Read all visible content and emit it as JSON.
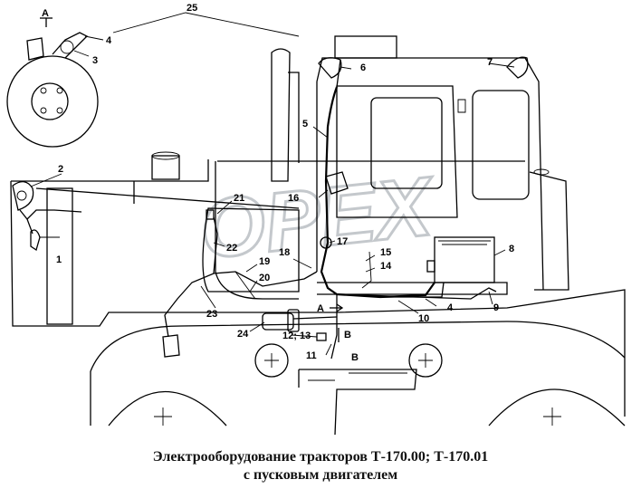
{
  "caption": {
    "line1": "Электрооборудование тракторов  Т-170.00; Т-170.01",
    "line2": "с пусковым двигателем"
  },
  "watermark": "OPEX",
  "view_labels": {
    "a_top": "А",
    "a_arrow": "А",
    "b_arrow": "В",
    "b_section": "В"
  },
  "callouts": {
    "n1": "1",
    "n2": "2",
    "n3": "3",
    "n4a": "4",
    "n4b": "4",
    "n5": "5",
    "n6": "6",
    "n7": "7",
    "n8": "8",
    "n9": "9",
    "n10": "10",
    "n11": "11",
    "n12_13": "12; 13",
    "n14": "14",
    "n15": "15",
    "n16": "16",
    "n17": "17",
    "n18": "18",
    "n19": "19",
    "n20": "20",
    "n21": "21",
    "n22": "22",
    "n23": "23",
    "n24": "24",
    "n25": "25"
  },
  "colors": {
    "line": "#000000",
    "background": "#ffffff",
    "watermark": "#bfc3c8"
  }
}
